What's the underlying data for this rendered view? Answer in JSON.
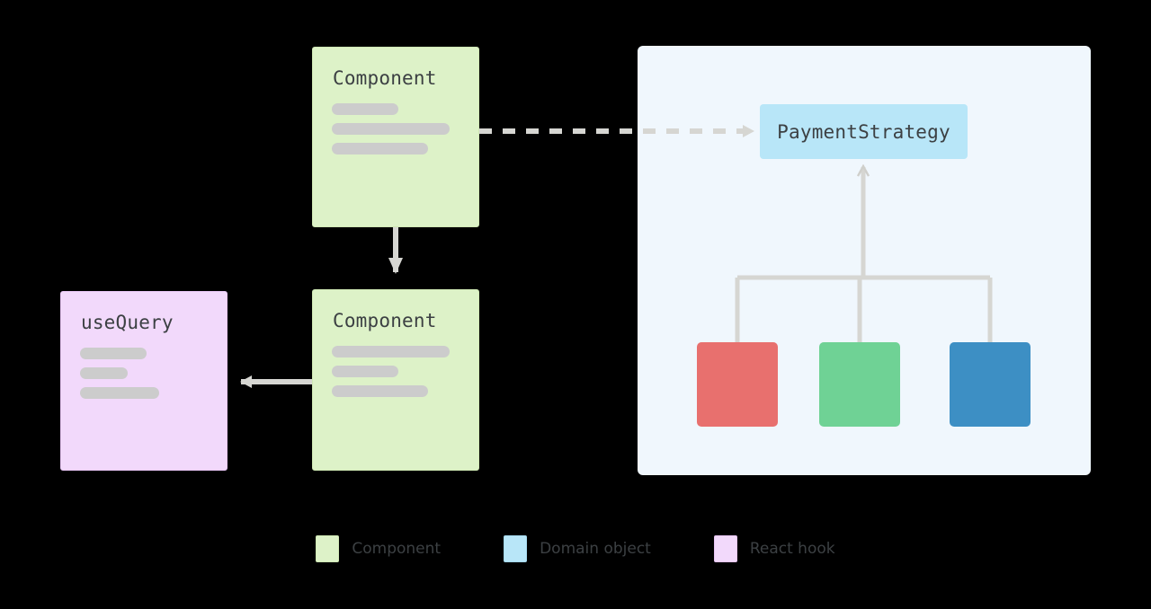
{
  "diagram": {
    "title": "React component / strategy pattern architecture diagram",
    "background": "#000000"
  },
  "group": {
    "domain_container": {
      "name": "domain-layer-container",
      "background": "#f0f7fd"
    }
  },
  "cards": [
    {
      "id": "component-top",
      "title": "Component",
      "kind": "component",
      "color": "#ddf2c8",
      "bars": [
        74,
        131,
        107
      ]
    },
    {
      "id": "component-bottom",
      "title": "Component",
      "kind": "component",
      "color": "#ddf2c8",
      "bars": [
        131,
        74,
        107
      ]
    },
    {
      "id": "usequery",
      "title": "useQuery",
      "kind": "react-hook",
      "color": "#f2d9fb",
      "bars": [
        74,
        53,
        88
      ]
    }
  ],
  "domain": {
    "strategy": {
      "label": "PaymentStrategy",
      "color": "#b8e6f8"
    },
    "implementations": [
      {
        "id": "impl-0",
        "label": "",
        "color": "#e8706e"
      },
      {
        "id": "impl-1",
        "label": "",
        "color": "#6fd295"
      },
      {
        "id": "impl-2",
        "label": "",
        "color": "#3d8fc4"
      }
    ]
  },
  "edges": [
    {
      "id": "component-to-strategy",
      "style": "dashed",
      "direction": "right",
      "label": ""
    },
    {
      "id": "component-to-component",
      "style": "solid",
      "direction": "down",
      "label": ""
    },
    {
      "id": "component-to-usequery",
      "style": "solid",
      "direction": "left",
      "label": ""
    },
    {
      "id": "impls-to-strategy",
      "style": "solid",
      "direction": "up",
      "label": ""
    }
  ],
  "legend": {
    "items": [
      {
        "label": "Component",
        "color": "#ddf2c8",
        "swatch_class": "sw-component"
      },
      {
        "label": "Domain object",
        "color": "#b8e6f8",
        "swatch_class": "sw-domain"
      },
      {
        "label": "React hook",
        "color": "#f2d9fb",
        "swatch_class": "sw-hook"
      }
    ]
  },
  "colors": {
    "edge": "#cfcfcb",
    "text": "#3c4043",
    "bar": "#cccccc"
  }
}
